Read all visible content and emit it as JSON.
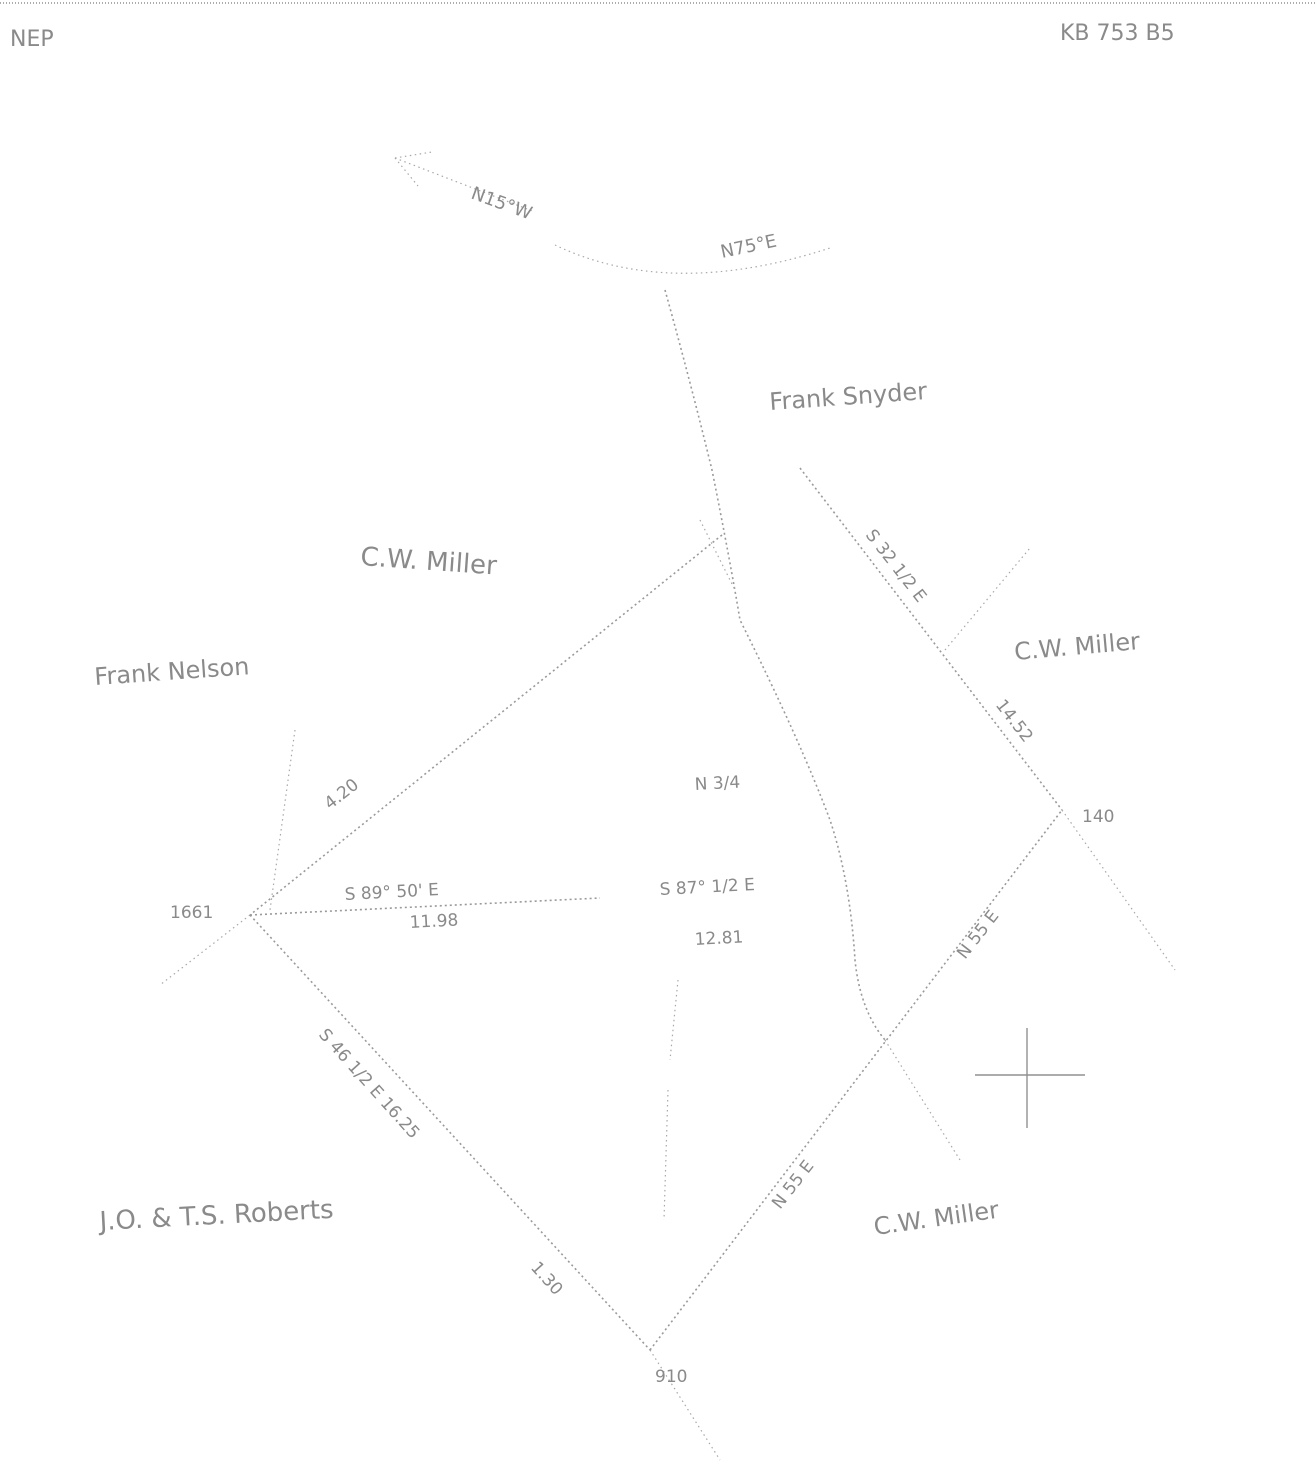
{
  "header": {
    "top_left": "NEP",
    "top_right": "KB 753 B5"
  },
  "parcels": {
    "north_center": "C.W. Miller",
    "north_east_top": "Frank Snyder",
    "east": "C.W. Miller",
    "south_east": "C.W. Miller",
    "west": "Frank Nelson",
    "south_west": "J.O. & T.S. Roberts"
  },
  "bearings": {
    "north_arrow": "N15°W",
    "top_arc": "N75°E",
    "west_ne_line": "4.20",
    "west_east_line": "S 89° 50' E",
    "west_east_line_2": "11.98",
    "center_upper": "N 3/4",
    "center_mid": "S 87° 1/2 E",
    "center_mid_2": "12.81",
    "sw_line": "S 46 1/2 E 16.25",
    "sw_line_2": "1.30",
    "se_line": "N 55 E",
    "ne_line": "S 32 1/2 E",
    "ne_line_2": "14.52",
    "east_line": "N 55 E",
    "corner_left": "1661",
    "corner_bottom": "910",
    "corner_right": "140"
  },
  "icons": {
    "north_arrow": "north-arrow-icon",
    "cross": "survey-cross-icon"
  }
}
